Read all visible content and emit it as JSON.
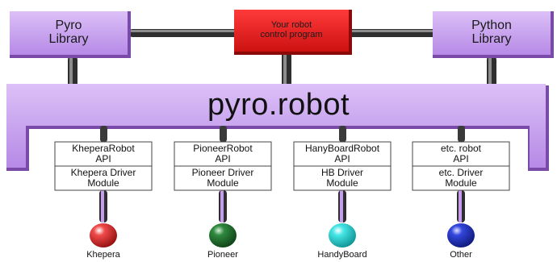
{
  "top_nodes": {
    "left": "Pyro\nLibrary",
    "center": "Your robot\ncontrol program",
    "right": "Python\nLibrary"
  },
  "hub": {
    "label": "pyro.robot"
  },
  "columns": [
    {
      "api": "KheperaRobot\nAPI",
      "driver": "Khepera Driver\nModule",
      "robot": "Khepera",
      "robot_color": "#d81f1f"
    },
    {
      "api": "PioneerRobot\nAPI",
      "driver": "Pioneer Driver\nModule",
      "robot": "Pioneer",
      "robot_color": "#1f7a2e"
    },
    {
      "api": "HanyBoardRobot\nAPI",
      "driver": "HB Driver\nModule",
      "robot": "HandyBoard",
      "robot_color": "#2fd6d6"
    },
    {
      "api": "etc. robot\nAPI",
      "driver": "etc. Driver\nModule",
      "robot": "Other",
      "robot_color": "#1f33c8"
    }
  ],
  "colors": {
    "purple": "#c79cf0",
    "purple_dark": "#7a4aa8",
    "red_box": "#e41b1b",
    "connector": "#3a3a3a"
  }
}
